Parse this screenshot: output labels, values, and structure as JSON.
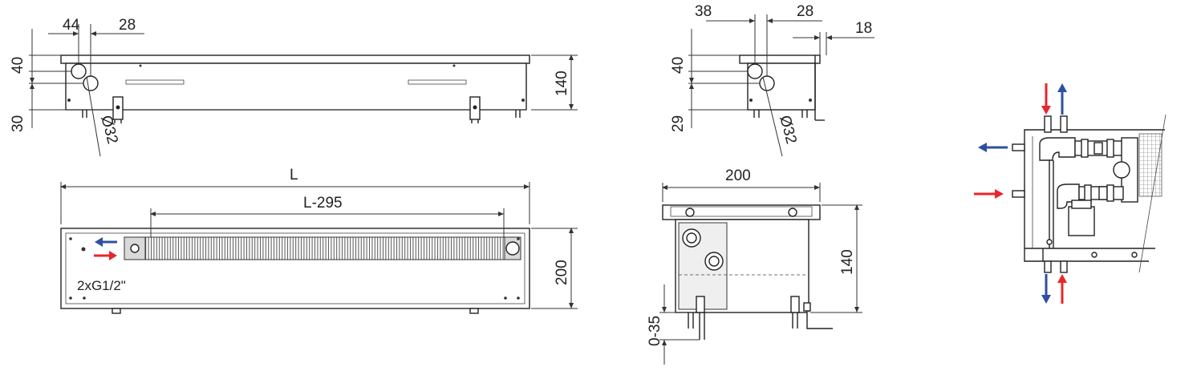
{
  "labels": {
    "front_top_44": "44",
    "front_top_28": "28",
    "front_40": "40",
    "front_30": "30",
    "front_140": "140",
    "front_dia": "Ø32",
    "plan_L": "L",
    "plan_L295": "L-295",
    "plan_200": "200",
    "plan_thread": "2xG1/2\"",
    "side_38": "38",
    "side_28": "28",
    "side_18": "18",
    "side_40": "40",
    "side_29": "29",
    "side_dia": "Ø32",
    "section_200": "200",
    "section_140": "140",
    "section_035": "0-35"
  },
  "colors": {
    "flow_in": "#e8262b",
    "flow_out": "#2f4fa2",
    "line": "#222222"
  },
  "icons": {
    "arrow_in": "arrow-right-icon",
    "arrow_out": "arrow-left-icon"
  }
}
